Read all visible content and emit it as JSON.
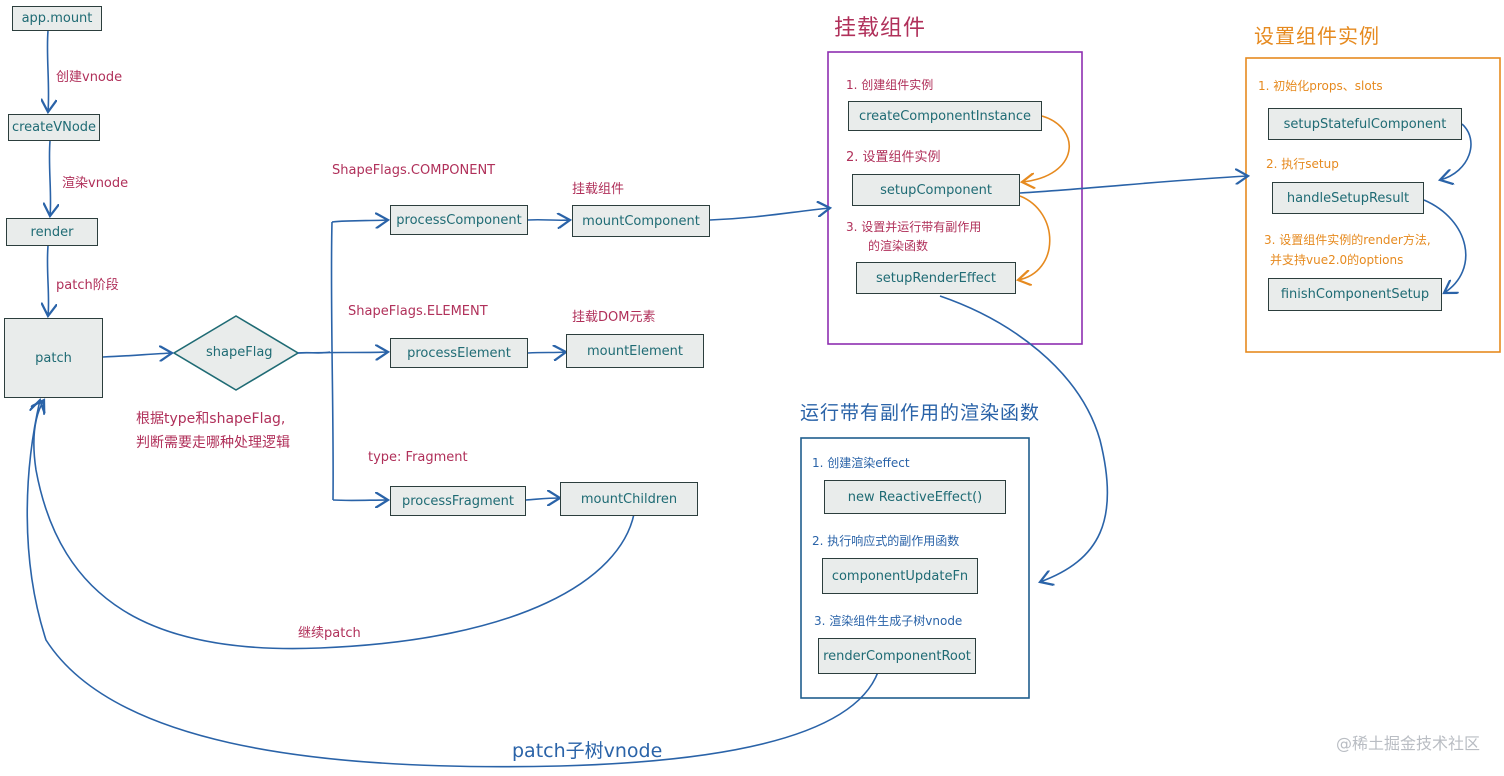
{
  "left_flow": {
    "app_mount": "app.mount",
    "create_vnode_label": "创建vnode",
    "create_vnode_box": "createVNode",
    "render_vnode_label": "渲染vnode",
    "render_box": "render",
    "patch_stage_label": "patch阶段",
    "patch_box": "patch",
    "shapeflag_diamond": "shapeFlag",
    "decision_note_line1": "根据type和shapeFlag,",
    "decision_note_line2": "判断需要走哪种处理逻辑",
    "continue_patch_label": "继续patch",
    "patch_subtree_label": "patch子树vnode"
  },
  "branches": {
    "component_flag": "ShapeFlags.COMPONENT",
    "process_component": "processComponent",
    "mount_component_caption": "挂载组件",
    "mount_component": "mountComponent",
    "element_flag": "ShapeFlags.ELEMENT",
    "process_element": "processElement",
    "mount_element_caption": "挂载DOM元素",
    "mount_element": "mountElement",
    "fragment_flag": "type: Fragment",
    "process_fragment": "processFragment",
    "mount_children": "mountChildren"
  },
  "mount_component_panel": {
    "title": "挂载组件",
    "step1": "1. 创建组件实例",
    "create_instance": "createComponentInstance",
    "step2": "2. 设置组件实例",
    "setup_component": "setupComponent",
    "step3_line1": "3. 设置并运行带有副作用",
    "step3_line2": "的渲染函数",
    "setup_render_effect": "setupRenderEffect"
  },
  "setup_instance_panel": {
    "title": "设置组件实例",
    "step1": "1. 初始化props、slots",
    "setup_stateful": "setupStatefulComponent",
    "step2": "2. 执行setup",
    "handle_setup_result": "handleSetupResult",
    "step3_line1": "3. 设置组件实例的render方法,",
    "step3_line2": "并支持vue2.0的options",
    "finish_setup": "finishComponentSetup"
  },
  "render_effect_panel": {
    "title": "运行带有副作用的渲染函数",
    "step1": "1. 创建渲染effect",
    "reactive_effect": "new ReactiveEffect()",
    "step2": "2. 执行响应式的副作用函数",
    "component_update_fn": "componentUpdateFn",
    "step3": "3. 渲染组件生成子树vnode",
    "render_component_root": "renderComponentRoot"
  },
  "watermark": "@稀土掘金技术社区",
  "colors": {
    "arrow_blue": "#2a63a8",
    "label_red": "#b0305a",
    "box_fill": "#e9eceb",
    "box_text": "#1f6b74",
    "panel_purple": "#8e2fb0",
    "panel_orange": "#e68a1f",
    "panel_blue": "#1f5e8e",
    "diamond_stroke": "#1f6b74"
  }
}
